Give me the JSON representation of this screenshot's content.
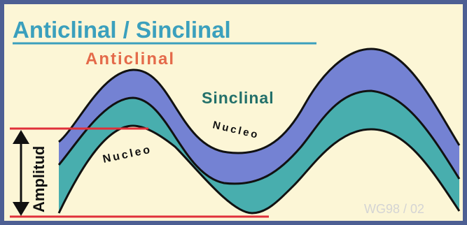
{
  "title": "Anticlinal / Sinclinal",
  "labels": {
    "anticline": "Anticlinal",
    "syncline": "Sinclinal",
    "anticline_core": "Nucleo",
    "syncline_core": "Nucleo",
    "amplitude": "Amplitud",
    "credit": "WG98 / 02"
  },
  "colors": {
    "frame": "#4d5f93",
    "background": "#fcf6d6",
    "title": "#3ba0bd",
    "anticline_label": "#e46a4a",
    "syncline_label": "#23706a",
    "upper_layer": "#7482d3",
    "lower_layer": "#48aeae",
    "boundary": "#111111",
    "amplitude_lines": "#e0303a",
    "credit": "#d4d4d4"
  }
}
